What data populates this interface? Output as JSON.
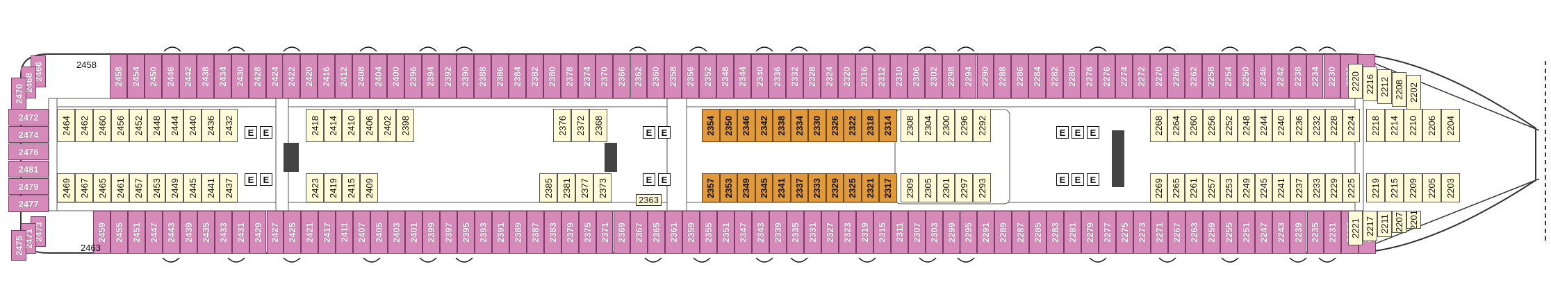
{
  "colors": {
    "balcony": "#d58ab9",
    "suite": "#e09a3a",
    "inside": "#fffbd6",
    "outline": "#333333"
  },
  "legend_icons": [
    "connecting-cabins-icon",
    "elevator-icon",
    "stairs-icon"
  ],
  "elevator_label": "E",
  "top_outer_row": [
    "2458",
    "2454",
    "2450",
    "2446",
    "2442",
    "2438",
    "2434",
    "2430",
    "2428",
    "2424",
    "2422",
    "2420",
    "2416",
    "2412",
    "2408",
    "2404",
    "2400",
    "2396",
    "2394",
    "2392",
    "2390",
    "2388",
    "2386",
    "2384",
    "2382",
    "2380",
    "2378",
    "2374",
    "2370",
    "2366",
    "2362",
    "2360",
    "2358",
    "2356",
    "2352",
    "2348",
    "2344",
    "2340",
    "2336",
    "2332",
    "2328",
    "2324",
    "2320",
    "2316",
    "2312",
    "2310",
    "2306",
    "2302",
    "2298",
    "2294",
    "2290",
    "2288",
    "2286",
    "2284",
    "2282",
    "2280",
    "2278",
    "2276",
    "2274",
    "2272",
    "2270",
    "2266",
    "2262",
    "2258",
    "2254",
    "2250",
    "2246",
    "2242",
    "2238",
    "2234",
    "2230",
    "2226",
    "2222"
  ],
  "bottom_outer_row": [
    "2459",
    "2455",
    "2451",
    "2447",
    "2443",
    "2439",
    "2435",
    "2433",
    "2431",
    "2429",
    "2427",
    "2425",
    "2421",
    "2417",
    "2411",
    "2407",
    "2405",
    "2403",
    "2401",
    "2399",
    "2397",
    "2395",
    "2393",
    "2391",
    "2389",
    "2387",
    "2383",
    "2379",
    "2375",
    "2371",
    "2369",
    "2367",
    "2365",
    "2361",
    "2359",
    "2355",
    "2351",
    "2347",
    "2343",
    "2339",
    "2335",
    "2331",
    "2327",
    "2323",
    "2319",
    "2315",
    "2311",
    "2307",
    "2303",
    "2299",
    "2295",
    "2291",
    "2289",
    "2287",
    "2285",
    "2283",
    "2281",
    "2279",
    "2277",
    "2275",
    "2273",
    "2271",
    "2267",
    "2263",
    "2259",
    "2255",
    "2251",
    "2247",
    "2243",
    "2239",
    "2235",
    "2231",
    "2227",
    "2223"
  ],
  "top_inner_left": [
    "2464",
    "2462",
    "2460",
    "2456",
    "2452",
    "2448",
    "2444",
    "2440",
    "2436",
    "2432"
  ],
  "top_inner_mid": [
    "2418",
    "2414",
    "2410",
    "2406",
    "2402",
    "2398"
  ],
  "top_inner_mid2": [
    "2376",
    "2372",
    "2368"
  ],
  "top_suites": [
    "2354",
    "2350",
    "2346",
    "2342",
    "2338",
    "2334",
    "2330",
    "2326",
    "2322",
    "2318",
    "2314"
  ],
  "top_inner_fwd1": [
    "2308",
    "2304",
    "2300",
    "2296",
    "2292"
  ],
  "top_inner_fwd2": [
    "2268",
    "2264",
    "2260",
    "2256",
    "2252",
    "2248",
    "2244",
    "2240",
    "2236",
    "2232",
    "2228",
    "2224"
  ],
  "top_inner_bow": [
    "2218",
    "2214",
    "2210",
    "2206",
    "2204"
  ],
  "bottom_inner_left": [
    "2469",
    "2467",
    "2465",
    "2461",
    "2457",
    "2453",
    "2449",
    "2445",
    "2441",
    "2437"
  ],
  "bottom_inner_mid": [
    "2423",
    "2419",
    "2415",
    "2409"
  ],
  "bottom_inner_mid2": [
    "2385",
    "2381",
    "2377",
    "2373"
  ],
  "bottom_suites": [
    "2357",
    "2353",
    "2349",
    "2345",
    "2341",
    "2337",
    "2333",
    "2329",
    "2325",
    "2321",
    "2317"
  ],
  "bottom_inner_fwd1": [
    "2309",
    "2305",
    "2301",
    "2297",
    "2293"
  ],
  "bottom_inner_fwd2": [
    "2269",
    "2265",
    "2261",
    "2257",
    "2253",
    "2249",
    "2245",
    "2241",
    "2237",
    "2233",
    "2229",
    "2225"
  ],
  "bottom_inner_bow": [
    "2219",
    "2215",
    "2209",
    "2205",
    "2203"
  ],
  "stern_cabins": [
    "2472",
    "2474",
    "2476",
    "2481",
    "2479",
    "2477"
  ],
  "stern_top_corner": [
    "2466",
    "2468",
    "2470"
  ],
  "stern_bottom_corner": [
    "2473",
    "2471",
    "2475"
  ],
  "stern_labels": {
    "top": "2458",
    "bottom": "2463"
  },
  "bow_top": [
    "2220",
    "2216",
    "2212",
    "2208",
    "2202"
  ],
  "bow_bottom": [
    "2221",
    "2217",
    "2211",
    "2207",
    "2201"
  ],
  "special_label": "2363"
}
